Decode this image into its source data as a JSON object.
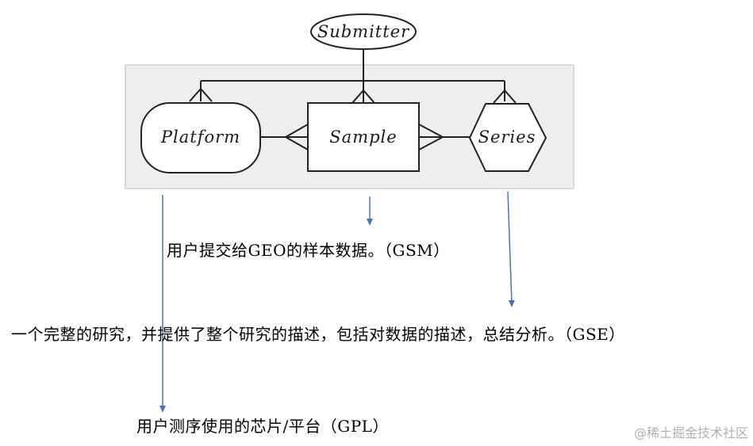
{
  "diagram": {
    "nodes": {
      "submitter": "Submitter",
      "platform": "Platform",
      "sample": "Sample",
      "series": "Series"
    }
  },
  "captions": {
    "gsm": "用户提交给GEO的样本数据。（GSM）",
    "gse": "一个完整的研究，并提供了整个研究的描述，包括对数据的描述，总结分析。（GSE）",
    "gpl": "用户测序使用的芯片/平台（GPL）"
  },
  "watermark": "@稀土掘金技术社区",
  "colors": {
    "panel_fill": "#eeeeee",
    "panel_border": "#cfcfcf",
    "line": "#222222",
    "arrow": "#4a72b8"
  }
}
